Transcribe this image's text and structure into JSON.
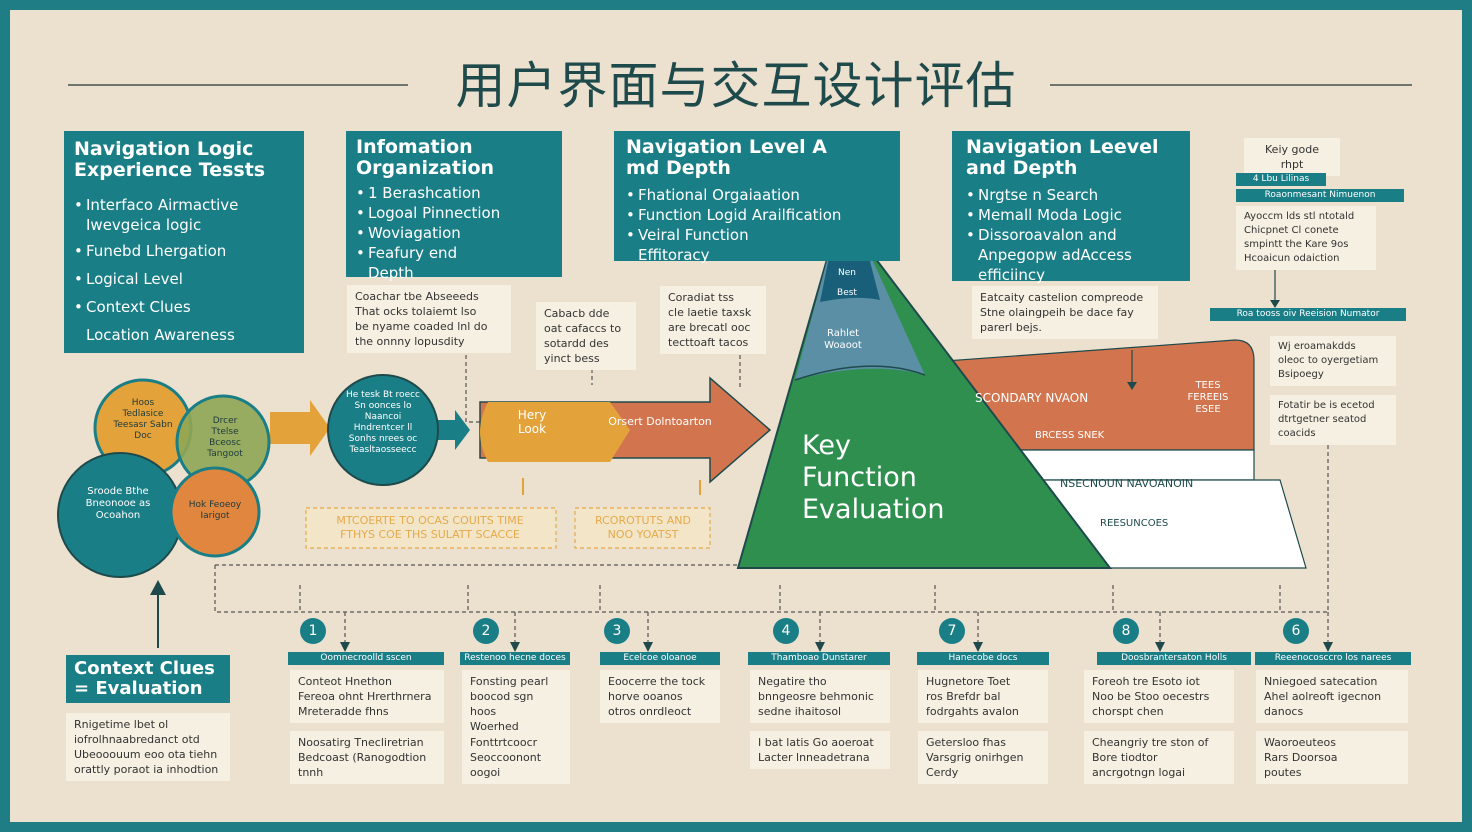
{
  "title": "用户界面与交互设计评估",
  "colors": {
    "teal": "#1a7e86",
    "green": "#2e8f4f",
    "orange": "#e3a23a",
    "rust": "#d2744d",
    "olive": "#8fa654",
    "background": "#ece1cf"
  },
  "box1": {
    "title": "Navigation Logic Experience Tessts",
    "items": [
      "Interfaco Airmactive",
      "Iwevgeica logic",
      "Funebd Lhergation",
      "Logical Level",
      "Context Clues",
      "Location Awareness"
    ]
  },
  "box2": {
    "title": "Infomation Organization",
    "items": [
      "1 Berashcation",
      "Logoal Pinnection",
      "Woviagation",
      "Feafury end",
      "Depth"
    ]
  },
  "box3": {
    "title": "Navigation Level A md Depth",
    "items": [
      "Fhational Orgaiaation",
      "Function Logid Arailfication",
      "Veiral Function",
      "Effitoracy"
    ]
  },
  "box4": {
    "title": "Navigation Leevel and Depth",
    "items": [
      "Nrgtse n Search",
      "Memall Moda Logic",
      "Dissoroavalon and",
      "Anpegopw adAccess",
      "efficiincy"
    ]
  },
  "note1": {
    "lines": [
      "Coachar tbe Abseeeds",
      "That ocks tolaiemt lso",
      "be nyame coaded lnl do",
      "the onnny lopusdity"
    ]
  },
  "note2": {
    "lines": [
      "Cabacb dde",
      "oat cafaccs to",
      "sotardd des",
      "yinct bess"
    ]
  },
  "note3": {
    "lines": [
      "Coradiat tss",
      "cle laetie taxsk",
      "are brecatl ooc",
      "tecttoaft tacos"
    ]
  },
  "note4": {
    "lines": [
      "Eatcaity castelion compreode",
      "Stne olaingpeih be dace fay",
      "parerl bejs."
    ]
  },
  "circles": {
    "c1": "Hoos Tedlasice Teesasr Sabn Doc",
    "c2": "Drcer Ttelse Bceosc Tangoot",
    "c3": "Sroode Bthe Bneonooe as Ocoahon",
    "c4": "Hok Feoeoy Iarigot",
    "c5": "He tesk Bt roecc Sn oonces lo Naancoi Hndrentcer ll Sonhs nrees oc Teasltaosseecc"
  },
  "arrow_labels": {
    "a1": "Hery Look",
    "a2": "Orsert Dolntoarton"
  },
  "dashed_labels": {
    "l1a": "Mtcoerte to ocas couits time",
    "l1b": "Fthys coe ths sulatt scacce",
    "l2a": "Rcorotuts and",
    "l2b": "Noo yoatst"
  },
  "triangle": {
    "top1": "Nen",
    "top2": "Best",
    "band": "Rahlet Woaoot",
    "main": "Key Function Evaluation"
  },
  "strata": {
    "s1": "Scondary Nvaon",
    "s2": "Brcess snek",
    "s3": "Tees Fereeis Esee",
    "s4": "Nsecnoun navoanoin",
    "s5": "Reesuncoes"
  },
  "right_panel": {
    "key": "Keiy gode rhpt",
    "hdr1": "4 Lbu Lilinas",
    "hdr2": "Roaonmesant Nimuenon",
    "notes1": [
      "Ayoccm lds stl ntotald",
      "Chicpnet Cl conete",
      "smpintt the Kare 9os",
      "Hcoaicun odaiction"
    ],
    "hdr3": "Roa tooss oiv Reeision Numator",
    "notes2": [
      "Wj eroamakdds",
      "oleoc to oyergetiam",
      "Bsipoegy"
    ],
    "notes3": [
      "Fotatir be is ecetod",
      "dtrtgetner seatod",
      "coacids"
    ]
  },
  "context": {
    "title": "Context Clues = Evaluation",
    "notes": [
      "Rnigetime lbet ol",
      "iofrolhnaabredanct otd",
      "Ubeooouum eoo ota tiehn",
      "orattly poraot ia inhodtion"
    ]
  },
  "steps": [
    {
      "num": "1",
      "header": "Oomnecroolld sscen",
      "notes": [
        [
          "Conteot Hnethon",
          "Fereoa ohnt Hrerthrnera",
          "Mreteradde fhns"
        ],
        [
          "Noosatirg Tnecliretrian",
          "Bedcoast (Ranogodtion",
          "tnnh"
        ]
      ]
    },
    {
      "num": "2",
      "header": "Restenoo hecne doces",
      "notes": [
        [
          "Fonsting pearl",
          "boocod sgn hoos",
          "Woerhed"
        ],
        [
          "Fonttrtcoocr",
          "Seoccoonont",
          "oogoi"
        ]
      ]
    },
    {
      "num": "3",
      "header": "Ecelcoe oloanoe",
      "notes": [
        [
          "Eoocerre the tock",
          "horve ooanos",
          "otros onrdleoct"
        ]
      ]
    },
    {
      "num": "4",
      "header": "Thamboao Dunstarer",
      "notes": [
        [
          "Negatire tho",
          "bnngeosre behmonic",
          "sedne ihaitosol"
        ],
        [
          "I bat latis Go aoeroat",
          "Lacter lnneadetrana"
        ]
      ]
    },
    {
      "num": "7",
      "header": "Hanecobe docs",
      "notes": [
        [
          "Hugnetore Toet",
          "ros Brefdr bal",
          "fodrgahts avalon"
        ],
        [
          "Getersloo fhas",
          "Varsgrig onirhgen",
          "Cerdy"
        ]
      ]
    },
    {
      "num": "8",
      "header": "Doosbrantersaton Holls",
      "notes": [
        [
          "Foreoh tre Esoto iot",
          "Noo be Stoo oecestrs",
          "chorspt chen"
        ],
        [
          "Cheangriy tre ston of",
          "Bore tiodtor",
          "ancrgotngn logai"
        ]
      ]
    },
    {
      "num": "6",
      "header": "Reeenocosccro los narees",
      "notes": [
        [
          "Nniegoed satecation",
          "Ahel aolreoft igecnon",
          "danocs"
        ],
        [
          "Waoroeuteos",
          "Rars Doorsoa",
          "poutes"
        ]
      ]
    }
  ]
}
